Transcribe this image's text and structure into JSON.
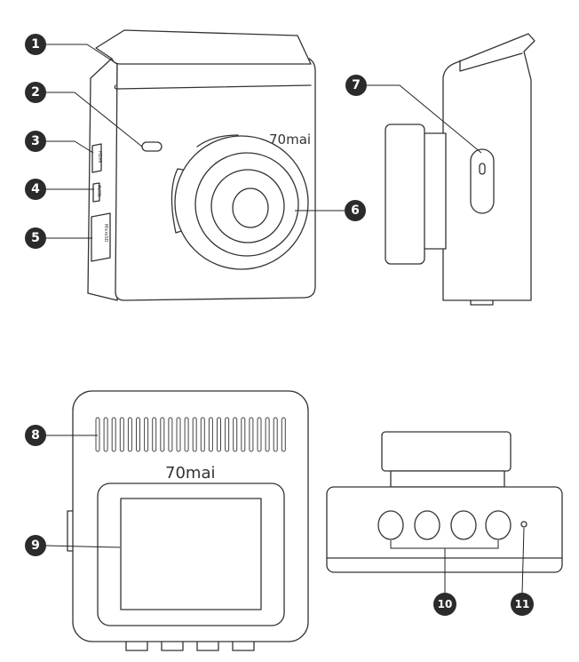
{
  "brand": {
    "logo_text": "70mai"
  },
  "ports": {
    "hdmi_text": "HDMI",
    "av_text": "AV/IN",
    "microsd_text": "MicroSD"
  },
  "callouts": {
    "c1": "1",
    "c2": "2",
    "c3": "3",
    "c4": "4",
    "c5": "5",
    "c6": "6",
    "c7": "7",
    "c8": "8",
    "c9": "9",
    "c10": "10",
    "c11": "11"
  }
}
